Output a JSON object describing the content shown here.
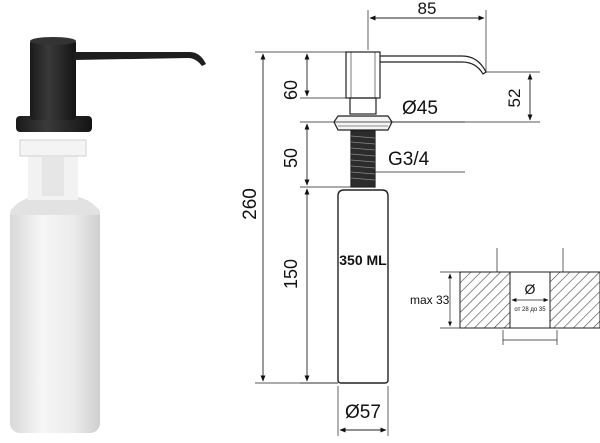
{
  "dimensions": {
    "spout_reach": "85",
    "pump_height": "60",
    "spout_height": "52",
    "flange_diameter": "Ø45",
    "thread_height": "50",
    "thread_size": "G3/4",
    "total_height": "260",
    "bottle_height": "150",
    "bottle_diameter": "Ø57",
    "max_thickness": "max 33"
  },
  "labels": {
    "capacity": "350 ML",
    "hole_symbol": "Ø",
    "hole_range": "от 28 до 35"
  },
  "icons": {
    "product_photo": "soap-dispenser-photo"
  },
  "colors": {
    "pump_black": "#222222",
    "bottle_white": "#eeeeee",
    "line": "#222222",
    "hatch": "#444444"
  }
}
